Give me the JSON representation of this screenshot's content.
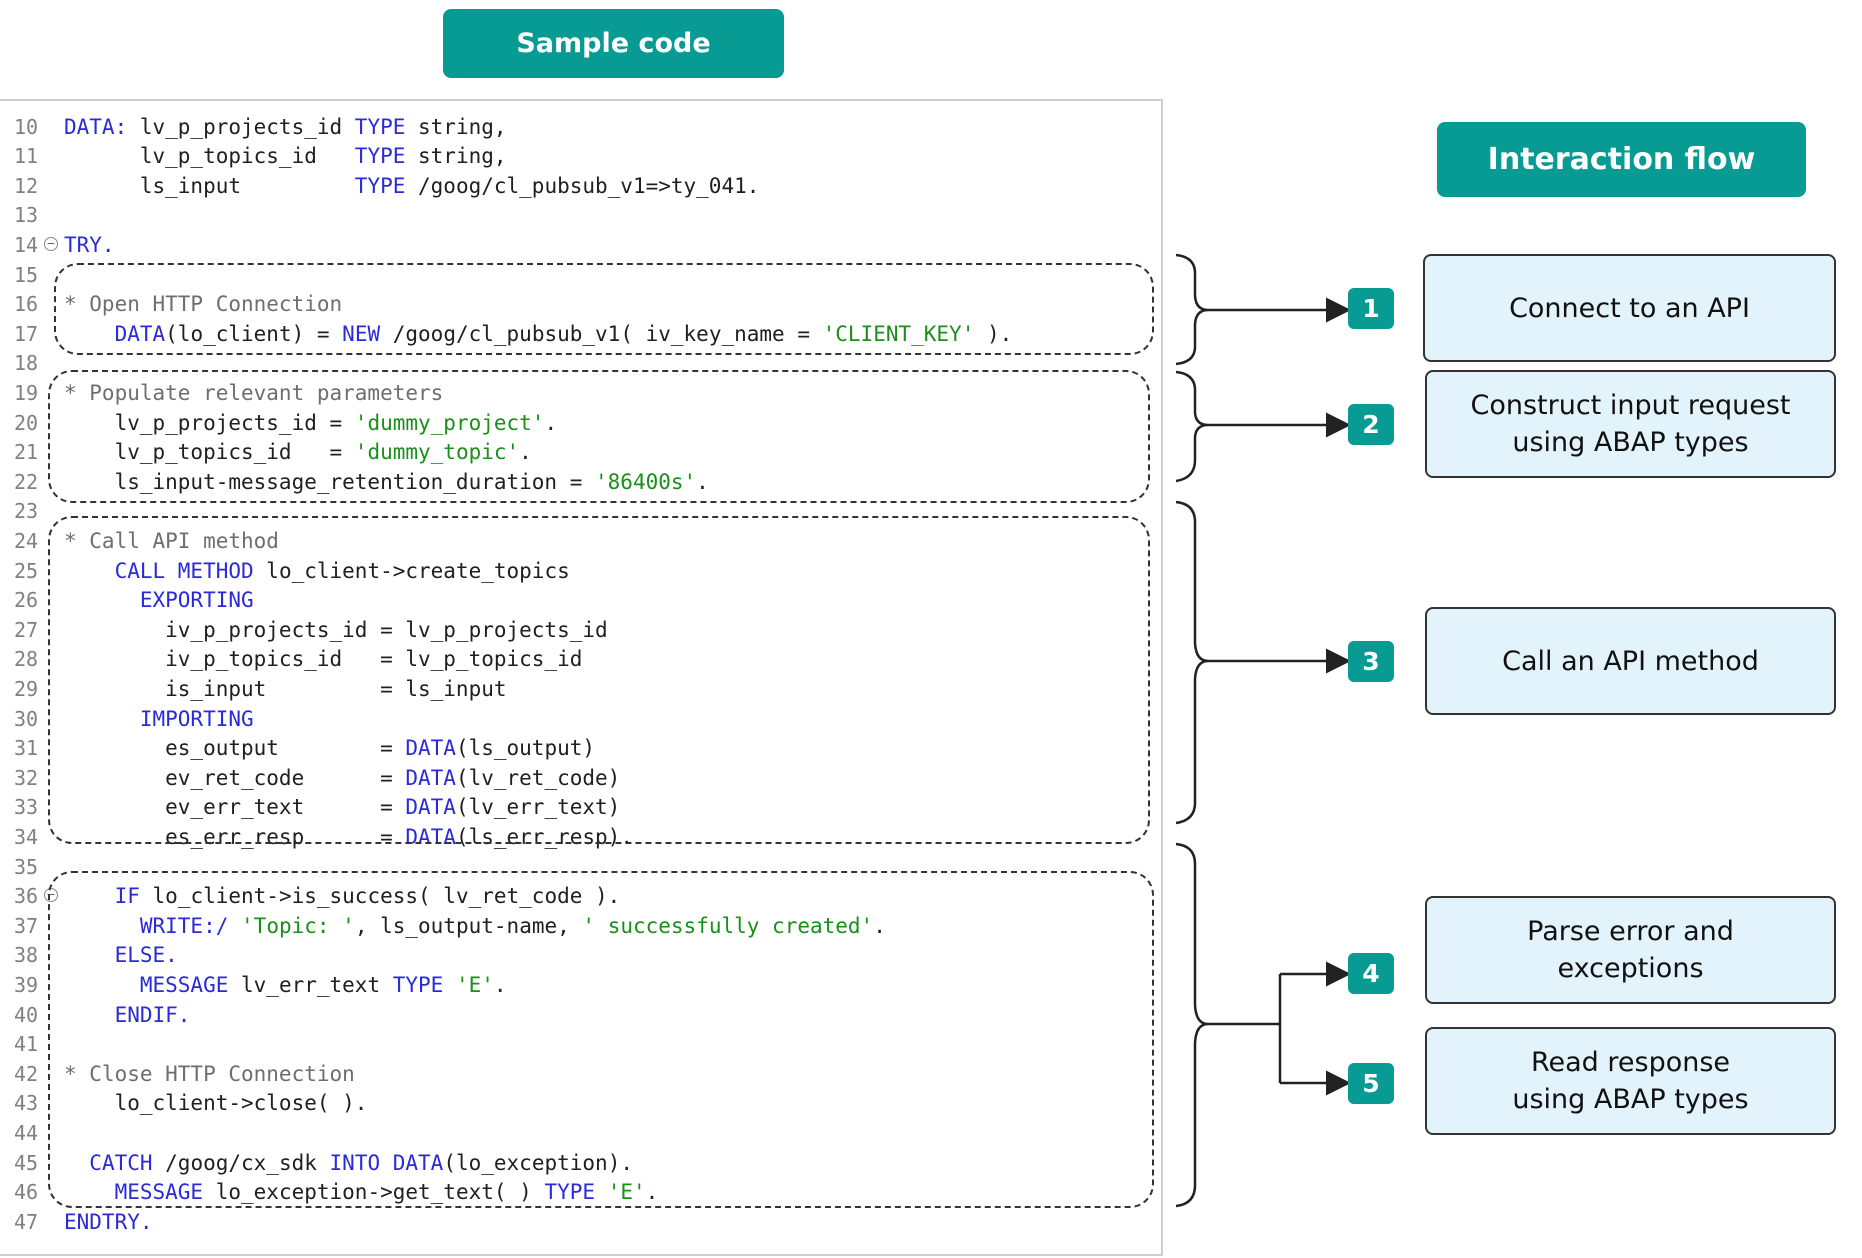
{
  "header": {
    "sample_code_label": "Sample code",
    "interaction_flow_label": "Interaction flow"
  },
  "colors": {
    "accent": "#079b93",
    "flow_box_fill": "#e2f3fb",
    "keyword": "#2a2ad8",
    "string": "#1a8f1a",
    "comment": "#6e6e6e"
  },
  "code": {
    "lines": [
      {
        "num": "",
        "tokens": []
      },
      {
        "num": "10",
        "tokens": [
          {
            "t": "DATA:",
            "c": "kw"
          },
          {
            "t": " lv_p_projects_id ",
            "c": "tx"
          },
          {
            "t": "TYPE",
            "c": "kw"
          },
          {
            "t": " string,",
            "c": "tx"
          }
        ]
      },
      {
        "num": "11",
        "tokens": [
          {
            "t": "      lv_p_topics_id   ",
            "c": "tx"
          },
          {
            "t": "TYPE",
            "c": "kw"
          },
          {
            "t": " string,",
            "c": "tx"
          }
        ]
      },
      {
        "num": "12",
        "tokens": [
          {
            "t": "      ls_input         ",
            "c": "tx"
          },
          {
            "t": "TYPE",
            "c": "kw"
          },
          {
            "t": " /goog/cl_pubsub_v1=>ty_041.",
            "c": "tx"
          }
        ]
      },
      {
        "num": "13",
        "tokens": []
      },
      {
        "num": "14",
        "fold": true,
        "tokens": [
          {
            "t": "TRY.",
            "c": "kw"
          }
        ]
      },
      {
        "num": "15",
        "tokens": []
      },
      {
        "num": "16",
        "tokens": [
          {
            "t": "* Open HTTP Connection",
            "c": "cm"
          }
        ]
      },
      {
        "num": "17",
        "tokens": [
          {
            "t": "    ",
            "c": "tx"
          },
          {
            "t": "DATA",
            "c": "kw"
          },
          {
            "t": "(lo_client) = ",
            "c": "tx"
          },
          {
            "t": "NEW",
            "c": "kw"
          },
          {
            "t": " /goog/cl_pubsub_v1( iv_key_name = ",
            "c": "tx"
          },
          {
            "t": "'CLIENT_KEY'",
            "c": "str"
          },
          {
            "t": " ).",
            "c": "tx"
          }
        ]
      },
      {
        "num": "18",
        "tokens": []
      },
      {
        "num": "19",
        "tokens": [
          {
            "t": "* Populate relevant parameters",
            "c": "cm"
          }
        ]
      },
      {
        "num": "20",
        "tokens": [
          {
            "t": "    lv_p_projects_id = ",
            "c": "tx"
          },
          {
            "t": "'dummy_project'",
            "c": "str"
          },
          {
            "t": ".",
            "c": "tx"
          }
        ]
      },
      {
        "num": "21",
        "tokens": [
          {
            "t": "    lv_p_topics_id   = ",
            "c": "tx"
          },
          {
            "t": "'dummy_topic'",
            "c": "str"
          },
          {
            "t": ".",
            "c": "tx"
          }
        ]
      },
      {
        "num": "22",
        "tokens": [
          {
            "t": "    ls_input-message_retention_duration = ",
            "c": "tx"
          },
          {
            "t": "'86400s'",
            "c": "str"
          },
          {
            "t": ".",
            "c": "tx"
          }
        ]
      },
      {
        "num": "23",
        "tokens": []
      },
      {
        "num": "24",
        "tokens": [
          {
            "t": "* Call API method",
            "c": "cm"
          }
        ]
      },
      {
        "num": "25",
        "tokens": [
          {
            "t": "    ",
            "c": "tx"
          },
          {
            "t": "CALL METHOD",
            "c": "kw"
          },
          {
            "t": " lo_client->create_topics",
            "c": "tx"
          }
        ]
      },
      {
        "num": "26",
        "tokens": [
          {
            "t": "      ",
            "c": "tx"
          },
          {
            "t": "EXPORTING",
            "c": "kw"
          }
        ]
      },
      {
        "num": "27",
        "tokens": [
          {
            "t": "        iv_p_projects_id = lv_p_projects_id",
            "c": "tx"
          }
        ]
      },
      {
        "num": "28",
        "tokens": [
          {
            "t": "        iv_p_topics_id   = lv_p_topics_id",
            "c": "tx"
          }
        ]
      },
      {
        "num": "29",
        "tokens": [
          {
            "t": "        is_input         = ls_input",
            "c": "tx"
          }
        ]
      },
      {
        "num": "30",
        "tokens": [
          {
            "t": "      ",
            "c": "tx"
          },
          {
            "t": "IMPORTING",
            "c": "kw"
          }
        ]
      },
      {
        "num": "31",
        "tokens": [
          {
            "t": "        es_output        = ",
            "c": "tx"
          },
          {
            "t": "DATA",
            "c": "kw"
          },
          {
            "t": "(ls_output)",
            "c": "tx"
          }
        ]
      },
      {
        "num": "32",
        "tokens": [
          {
            "t": "        ev_ret_code      = ",
            "c": "tx"
          },
          {
            "t": "DATA",
            "c": "kw"
          },
          {
            "t": "(lv_ret_code)",
            "c": "tx"
          }
        ]
      },
      {
        "num": "33",
        "tokens": [
          {
            "t": "        ev_err_text      = ",
            "c": "tx"
          },
          {
            "t": "DATA",
            "c": "kw"
          },
          {
            "t": "(lv_err_text)",
            "c": "tx"
          }
        ]
      },
      {
        "num": "34",
        "tokens": [
          {
            "t": "        es_err_resp      = ",
            "c": "tx"
          },
          {
            "t": "DATA",
            "c": "kw"
          },
          {
            "t": "(ls_err_resp).",
            "c": "tx"
          }
        ]
      },
      {
        "num": "35",
        "tokens": []
      },
      {
        "num": "36",
        "fold": true,
        "tokens": [
          {
            "t": "    ",
            "c": "tx"
          },
          {
            "t": "IF",
            "c": "kw"
          },
          {
            "t": " lo_client->is_success( lv_ret_code ).",
            "c": "tx"
          }
        ]
      },
      {
        "num": "37",
        "tokens": [
          {
            "t": "      ",
            "c": "tx"
          },
          {
            "t": "WRITE:/",
            "c": "kw"
          },
          {
            "t": " ",
            "c": "tx"
          },
          {
            "t": "'Topic: '",
            "c": "str"
          },
          {
            "t": ", ls_output-name, ",
            "c": "tx"
          },
          {
            "t": "' successfully created'",
            "c": "str"
          },
          {
            "t": ".",
            "c": "tx"
          }
        ]
      },
      {
        "num": "38",
        "tokens": [
          {
            "t": "    ",
            "c": "tx"
          },
          {
            "t": "ELSE.",
            "c": "kw"
          }
        ]
      },
      {
        "num": "39",
        "tokens": [
          {
            "t": "      ",
            "c": "tx"
          },
          {
            "t": "MESSAGE",
            "c": "kw"
          },
          {
            "t": " lv_err_text ",
            "c": "tx"
          },
          {
            "t": "TYPE",
            "c": "kw"
          },
          {
            "t": " ",
            "c": "tx"
          },
          {
            "t": "'E'",
            "c": "str"
          },
          {
            "t": ".",
            "c": "tx"
          }
        ]
      },
      {
        "num": "40",
        "tokens": [
          {
            "t": "    ",
            "c": "tx"
          },
          {
            "t": "ENDIF.",
            "c": "kw"
          }
        ]
      },
      {
        "num": "41",
        "tokens": []
      },
      {
        "num": "42",
        "tokens": [
          {
            "t": "* Close HTTP Connection",
            "c": "cm"
          }
        ]
      },
      {
        "num": "43",
        "tokens": [
          {
            "t": "    lo_client->close( ).",
            "c": "tx"
          }
        ]
      },
      {
        "num": "44",
        "tokens": []
      },
      {
        "num": "45",
        "tokens": [
          {
            "t": "  ",
            "c": "tx"
          },
          {
            "t": "CATCH",
            "c": "kw"
          },
          {
            "t": " /goog/cx_sdk ",
            "c": "tx"
          },
          {
            "t": "INTO DATA",
            "c": "kw"
          },
          {
            "t": "(lo_exception).",
            "c": "tx"
          }
        ]
      },
      {
        "num": "46",
        "tokens": [
          {
            "t": "    ",
            "c": "tx"
          },
          {
            "t": "MESSAGE",
            "c": "kw"
          },
          {
            "t": " lo_exception->get_text( ) ",
            "c": "tx"
          },
          {
            "t": "TYPE",
            "c": "kw"
          },
          {
            "t": " ",
            "c": "tx"
          },
          {
            "t": "'E'",
            "c": "str"
          },
          {
            "t": ".",
            "c": "tx"
          }
        ]
      },
      {
        "num": "47",
        "tokens": [
          {
            "t": "ENDTRY.",
            "c": "kw"
          }
        ]
      }
    ]
  },
  "flow": {
    "steps": [
      {
        "num": "1",
        "label": "Connect to an API"
      },
      {
        "num": "2",
        "label": "Construct input request using ABAP types"
      },
      {
        "num": "3",
        "label": "Call an API method"
      },
      {
        "num": "4",
        "label": "Parse error and exceptions"
      },
      {
        "num": "5",
        "label": "Read response using ABAP types"
      }
    ]
  }
}
